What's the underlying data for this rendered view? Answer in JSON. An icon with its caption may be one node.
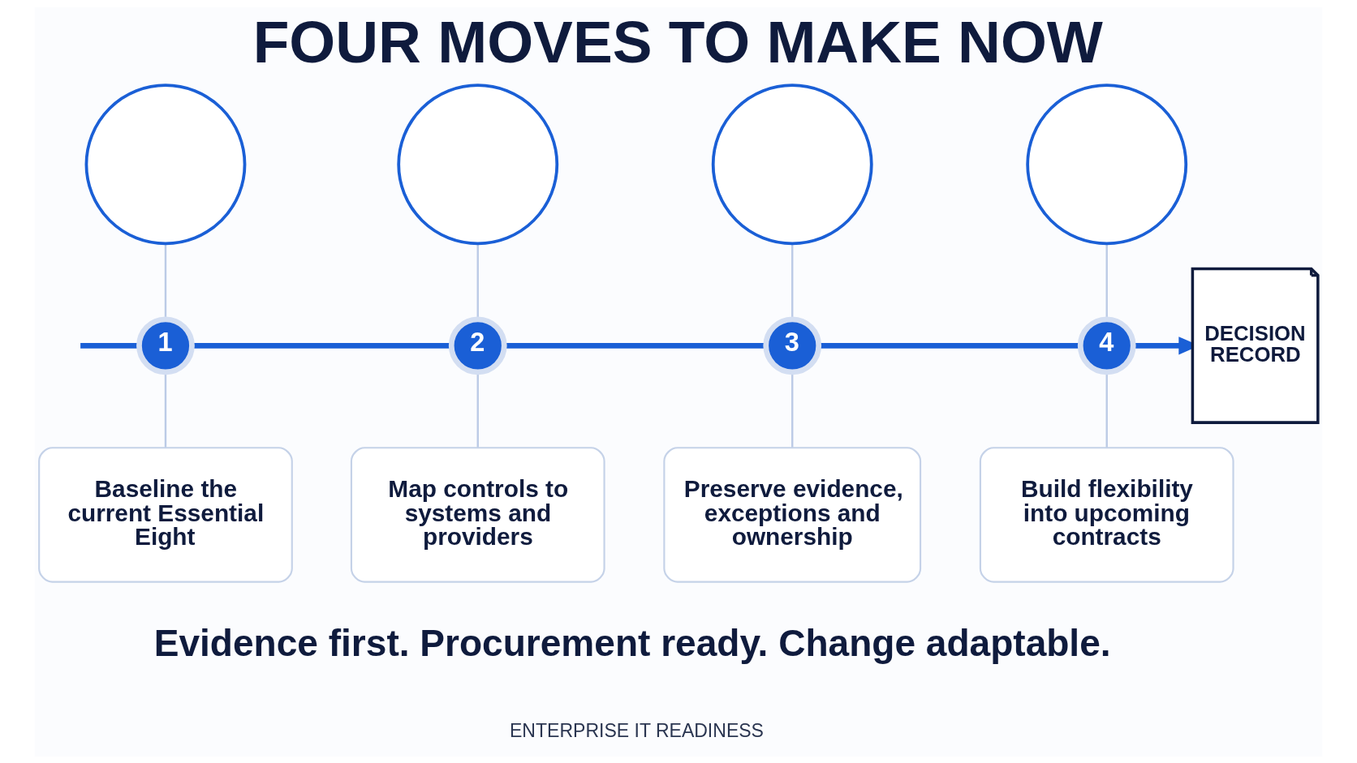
{
  "diagram": {
    "title": "FOUR MOVES TO MAKE NOW",
    "caption": "Evidence first. Procurement ready. Change adaptable.",
    "nodes": [
      {
        "text": [],
        "shape": "circle"
      },
      {
        "text": [
          "1"
        ]
      },
      {
        "text": [
          "Baseline the current Essential Eight"
        ]
      },
      {
        "text": [],
        "shape": "circle"
      },
      {
        "text": [
          "2"
        ]
      },
      {
        "text": [
          "Map controls to systems and providers"
        ]
      },
      {
        "text": [],
        "shape": "circle"
      },
      {
        "text": [
          "3"
        ]
      },
      {
        "text": [
          "Preserve evidence, exceptions and ownership"
        ]
      },
      {
        "text": [],
        "shape": "circle"
      },
      {
        "text": [
          "4"
        ]
      },
      {
        "text": [
          "Build flexibility into upcoming contracts"
        ]
      },
      {
        "text": [
          "DECISION RECORD"
        ]
      }
    ],
    "edges": [
      {
        "from": 0,
        "to": 1,
        "arrow": "none"
      },
      {
        "from": 1,
        "to": 2,
        "arrow": "none"
      },
      {
        "from": 3,
        "to": 4,
        "arrow": "none"
      },
      {
        "from": 4,
        "to": 5,
        "arrow": "none"
      },
      {
        "from": 6,
        "to": 7,
        "arrow": "none"
      },
      {
        "from": 7,
        "to": 8,
        "arrow": "none"
      },
      {
        "from": 9,
        "to": 10,
        "arrow": "none"
      },
      {
        "from": 10,
        "to": 11,
        "arrow": "none"
      },
      {
        "from": null,
        "to": 1,
        "arrow": "none",
        "style": "thick",
        "color": "#1a5fd6"
      },
      {
        "from": 1,
        "to": 4,
        "arrow": "none",
        "style": "thick",
        "color": "#1a5fd6"
      },
      {
        "from": 4,
        "to": 7,
        "arrow": "none",
        "style": "thick",
        "color": "#1a5fd6"
      },
      {
        "from": 7,
        "to": 10,
        "arrow": "none",
        "style": "thick",
        "color": "#1a5fd6"
      },
      {
        "from": 10,
        "to": 12,
        "arrow": "to",
        "style": "thick",
        "color": "#1a5fd6"
      }
    ],
    "labels": [
      "ENTERPRISE IT READINESS"
    ]
  }
}
